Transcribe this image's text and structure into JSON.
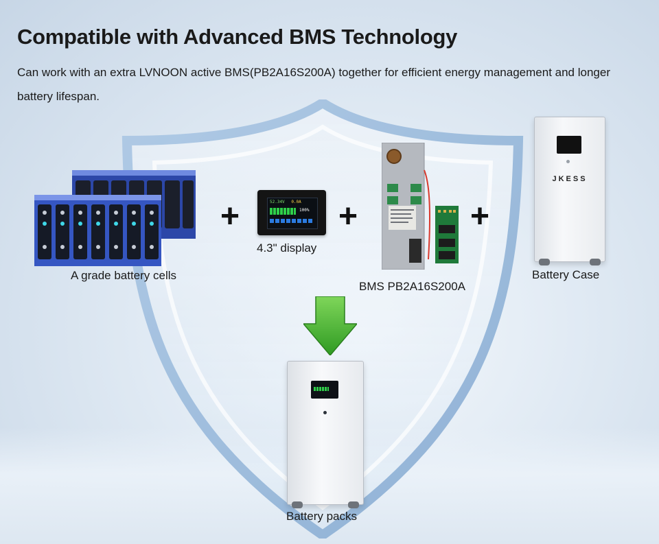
{
  "header": {
    "title": "Compatible with Advanced BMS Technology",
    "subtitle": "Can work with an extra LVNOON active BMS(PB2A16S200A) together for efficient energy management and longer battery lifespan."
  },
  "components": {
    "cells_label": "A grade battery cells",
    "display_label": "4.3\" display",
    "bms_label": "BMS PB2A16S200A",
    "case_label": "Battery Case",
    "pack_label": "Battery packs",
    "plus_symbol": "+"
  },
  "display_screen": {
    "voltage": "52.34V",
    "current": "0.0A",
    "percent": "100%"
  },
  "case_brand": "JKESS",
  "icons": [
    "shield-icon",
    "plus-icon",
    "down-arrow-icon"
  ],
  "colors": {
    "arrow_green": "#3fa82b",
    "cell_blue": "#2f4fb8",
    "text": "#1a1a1a"
  }
}
